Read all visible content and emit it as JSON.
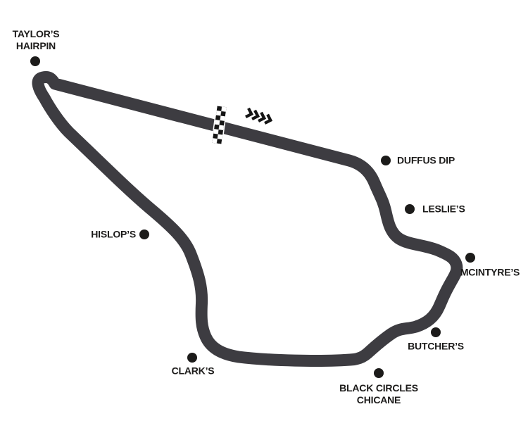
{
  "colors": {
    "track": "#3d3c41",
    "label": "#1c1b1a",
    "dot": "#1c1b1a",
    "background": "#ffffff",
    "checker_dark": "#141414",
    "checker_light": "#ffffff"
  },
  "corners": [
    {
      "id": "taylors-hairpin",
      "label": "TAYLOR’S\nHAIRPIN"
    },
    {
      "id": "duffus-dip",
      "label": "DUFFUS DIP"
    },
    {
      "id": "leslies",
      "label": "LESLIE’S"
    },
    {
      "id": "mcintyres",
      "label": "MCINTYRE’S"
    },
    {
      "id": "butchers",
      "label": "BUTCHER’S"
    },
    {
      "id": "black-circles-chicane",
      "label": "BLACK CIRCLES\nCHICANE"
    },
    {
      "id": "clarks",
      "label": "CLARK’S"
    },
    {
      "id": "hislops",
      "label": "HISLOP’S"
    }
  ]
}
